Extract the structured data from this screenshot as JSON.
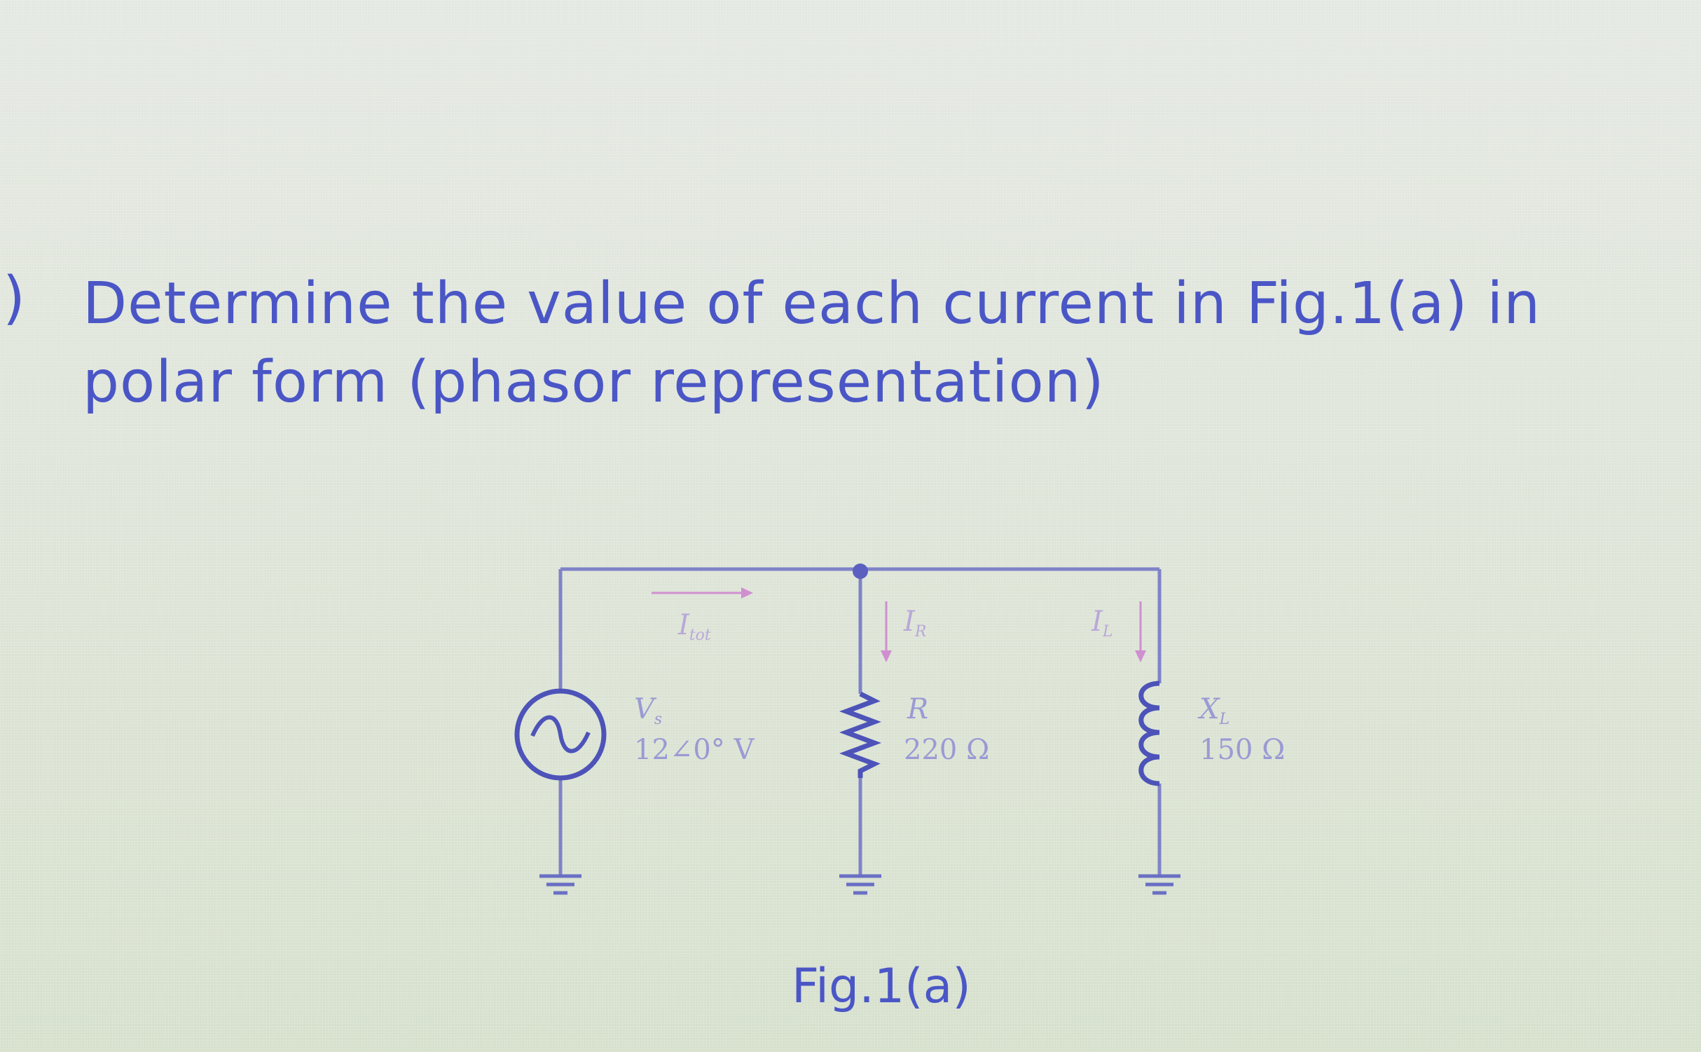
{
  "question": {
    "marker": ")",
    "text": "Determine the value of each current in Fig.1(a) in polar form (phasor representation)"
  },
  "circuit": {
    "source": {
      "symbol": "V",
      "subscript": "s",
      "value": "12∠0° V"
    },
    "resistor": {
      "symbol": "R",
      "value": "220 Ω"
    },
    "inductor": {
      "symbol": "X",
      "subscript": "L",
      "value": "150 Ω"
    },
    "currents": [
      {
        "symbol": "I",
        "subscript": "tot"
      },
      {
        "symbol": "I",
        "subscript": "R"
      },
      {
        "symbol": "I",
        "subscript": "L"
      }
    ],
    "colors": {
      "wire": "#7f83c8",
      "component": "#4d53b8",
      "label": "#8f8fd0",
      "arrow": "#cf8fd0"
    }
  },
  "figure": {
    "caption": "Fig.1(a)"
  }
}
